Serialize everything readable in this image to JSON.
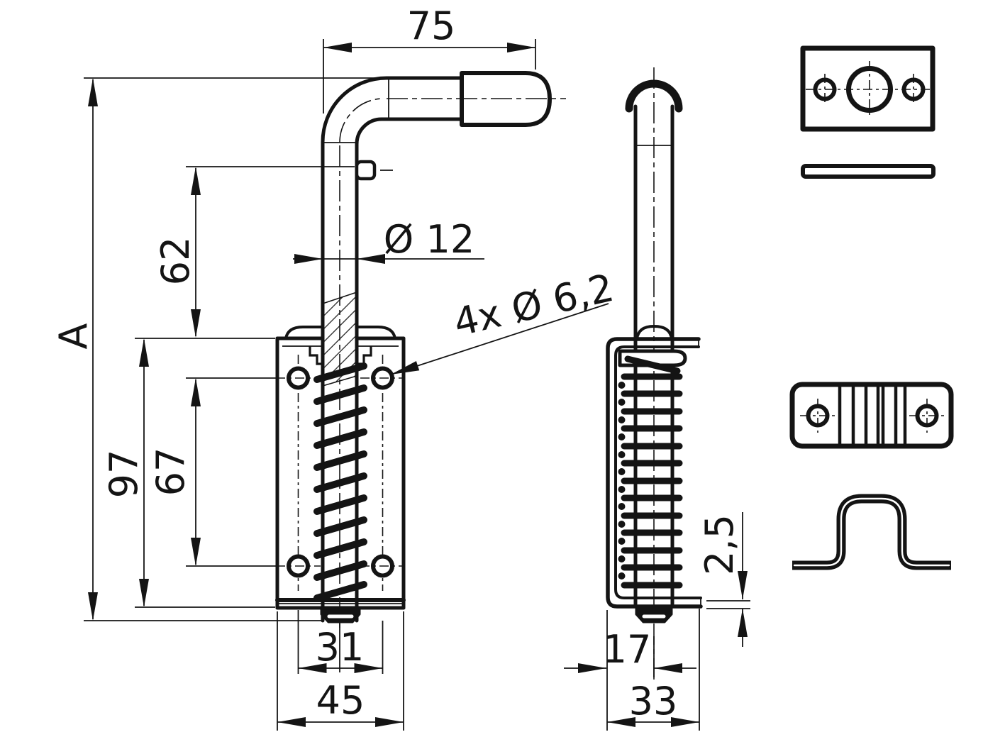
{
  "page": {
    "background": "#ffffff",
    "line_color": "#141414"
  },
  "drawing": {
    "type": "technical-drawing-spring-latch-bolt",
    "dimensions": {
      "handle_length": "75",
      "rod_diameter": "Ø 12",
      "hole_callout": "4x Ø 6,2",
      "pin_height": "62",
      "plate_height": "97",
      "hole_pitch_vertical": "67",
      "total_height": "A",
      "hole_pitch_horizontal": "31",
      "plate_width": "45",
      "base_thickness": "2,5",
      "axis_offset": "17",
      "overall_depth": "33"
    }
  }
}
